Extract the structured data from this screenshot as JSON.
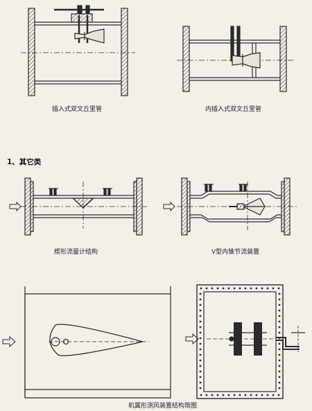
{
  "captions": {
    "fig1": "插入式双文丘里管",
    "fig2": "内插入式双文丘里管",
    "fig3": "楔形流量计结构",
    "fig4": "V型内锥节流装置",
    "fig5": "机翼形测风装置结构简图"
  },
  "section": {
    "heading": "1、其它类"
  },
  "colors": {
    "ink": "#2a2a2a",
    "paper": "#f3f0ea",
    "hatch": "#555555"
  }
}
